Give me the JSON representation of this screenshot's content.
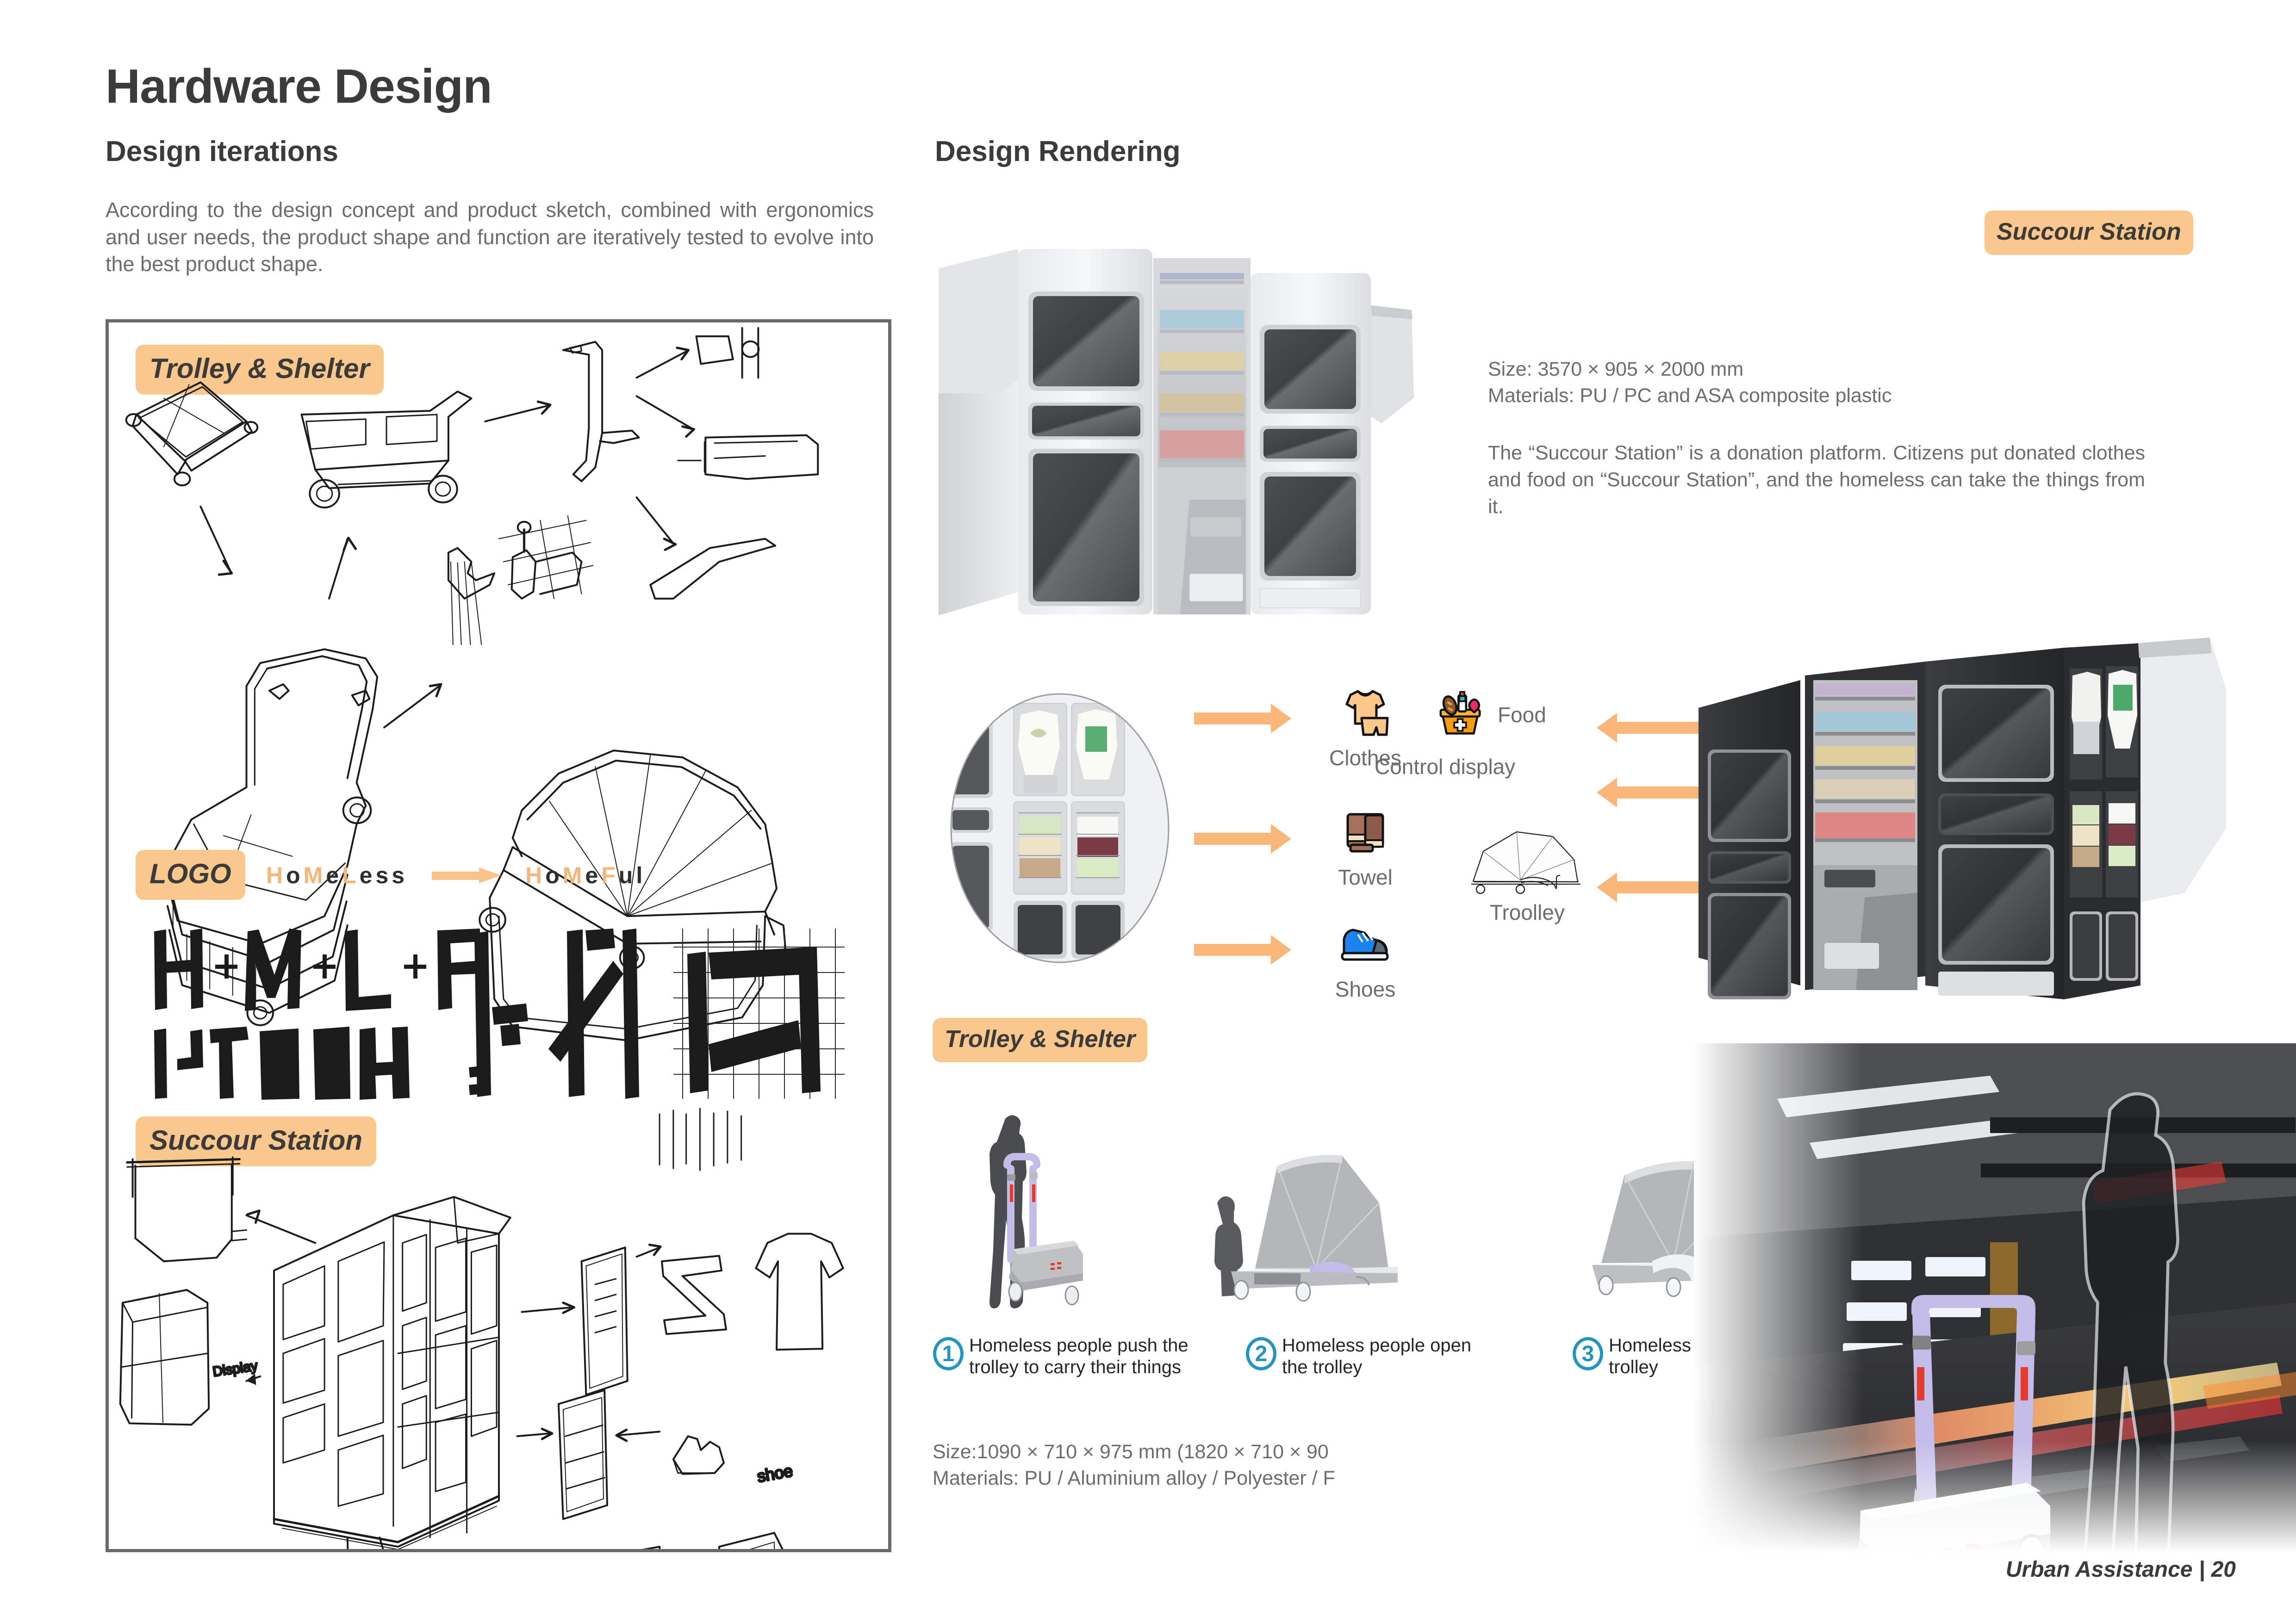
{
  "page": {
    "title": "Hardware Design",
    "footer_label": "Urban Assistance",
    "footer_separator": "|",
    "footer_page": "20"
  },
  "left_column": {
    "heading": "Design iterations",
    "intro": "According to the design concept and product sketch, combined with ergonomics and user needs, the product shape and function are iteratively tested to evolve into the best product shape.",
    "badges": {
      "trolley_shelter": "Trolley & Shelter",
      "logo": "LOGO",
      "succour_station": "Succour Station"
    },
    "logo_concept": {
      "from": "HoMeLess",
      "to": "HoMeFul",
      "arrow_icon": "arrow-right-icon"
    },
    "sketch_annotations": {
      "display_1": "Display",
      "display_2": "Display",
      "shoe": "shoe"
    }
  },
  "right_column": {
    "heading": "Design Rendering",
    "badge_succour_station": "Succour Station",
    "badge_trolley_shelter": "Trolley & Shelter",
    "succour_spec": {
      "size": "Size: 3570 × 905 × 2000 mm",
      "materials": "Materials: PU / PC and ASA composite plastic",
      "description": "The “Succour Station” is a donation platform. Citizens put donated clothes and food on “Succour Station”, and the homeless can take the things from it."
    },
    "compartment_legend": [
      {
        "label": "Clothes",
        "icon": "tshirt-shorts-icon"
      },
      {
        "label": "Towel",
        "icon": "folded-towels-icon"
      },
      {
        "label": "Shoes",
        "icon": "sneaker-icon"
      }
    ],
    "station_legend": [
      {
        "label": "Food",
        "icon": "food-basket-icon"
      },
      {
        "label": "Control display",
        "icon": ""
      },
      {
        "label": "Troolley",
        "icon": "trolley-canopy-icon"
      }
    ],
    "trolley_steps": [
      {
        "number": "1",
        "caption": "Homeless people push the trolley to carry their things"
      },
      {
        "number": "2",
        "caption": "Homeless people open the trolley"
      },
      {
        "number": "3",
        "caption": "Homeless people sleep in  the trolley"
      }
    ],
    "trolley_spec": {
      "size": "Size:1090 × 710 × 975 mm (1820 × 710 × 90",
      "materials": "Materials: PU / Aluminium alloy / Polyester / F"
    }
  },
  "colors": {
    "badge_bg": "#fac78c",
    "badge_text": "#3b3b3b",
    "arrow": "#fab679",
    "step_number": "#2494c0",
    "body_text": "#6d6d6d",
    "panel_border": "#6a6a6a",
    "trolley_accent": "#c3bce8"
  }
}
